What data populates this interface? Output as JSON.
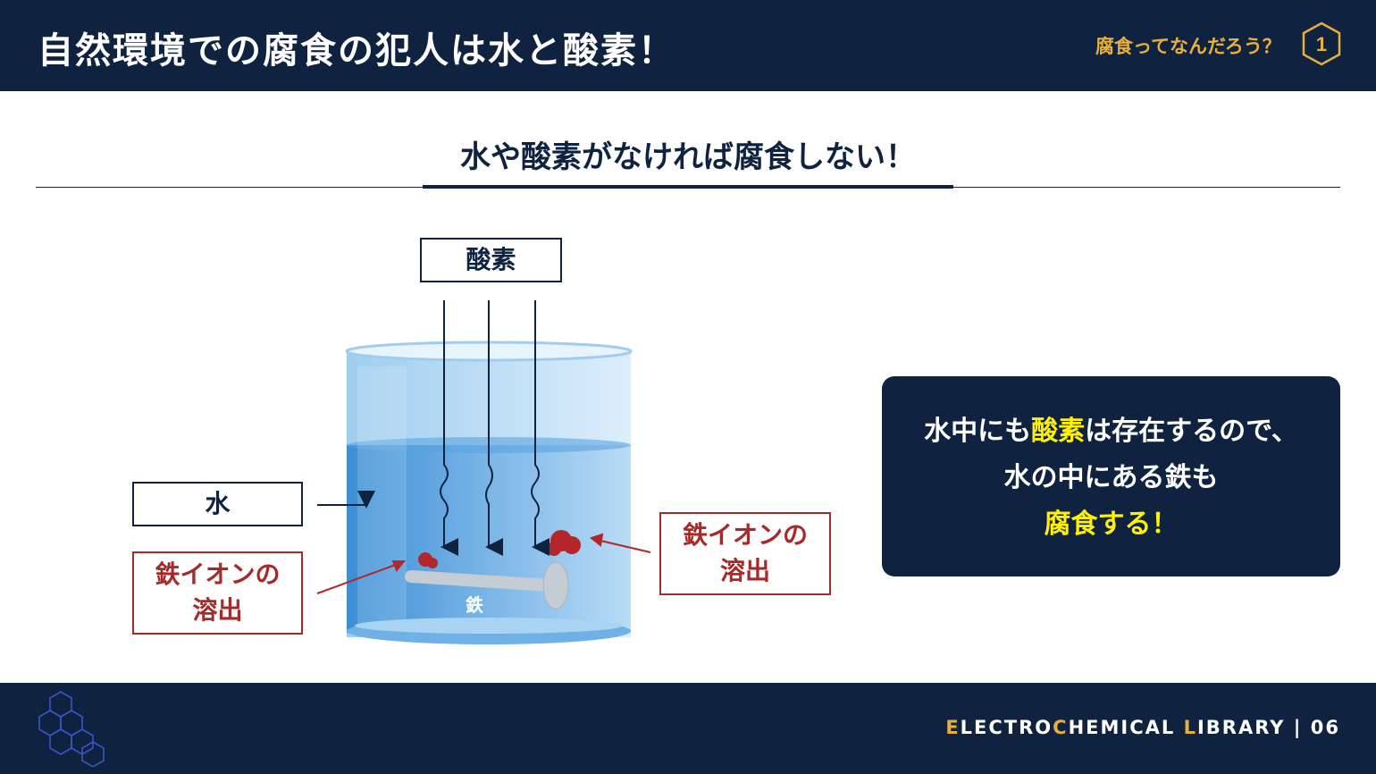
{
  "header": {
    "title": "自然環境での腐食の犯人は水と酸素！",
    "section": "腐食ってなんだろう？",
    "section_number": "1"
  },
  "subtitle": "水や酸素がなければ腐食しない！",
  "diagram": {
    "oxygen_label": "酸素",
    "water_label": "水",
    "iron_label": "鉄",
    "ion_left": [
      "鉄イオンの",
      "溶出"
    ],
    "ion_right": [
      "鉄イオンの",
      "溶出"
    ]
  },
  "callout": {
    "line1_pre": "水中にも",
    "line1_hl": "酸素",
    "line1_post": "は存在するので、",
    "line2": "水の中にある鉄も",
    "line3": "腐食する！"
  },
  "footer": {
    "brand_e": "E",
    "brand_1": "LECTRO",
    "brand_c": "C",
    "brand_2": "HEMICAL ",
    "brand_l": "L",
    "brand_3": "IBRARY",
    "separator": "|",
    "page": "06"
  },
  "colors": {
    "navy": "#0f2341",
    "gold": "#e8b03a",
    "red": "#a52a2a",
    "highlight": "#fff200"
  }
}
